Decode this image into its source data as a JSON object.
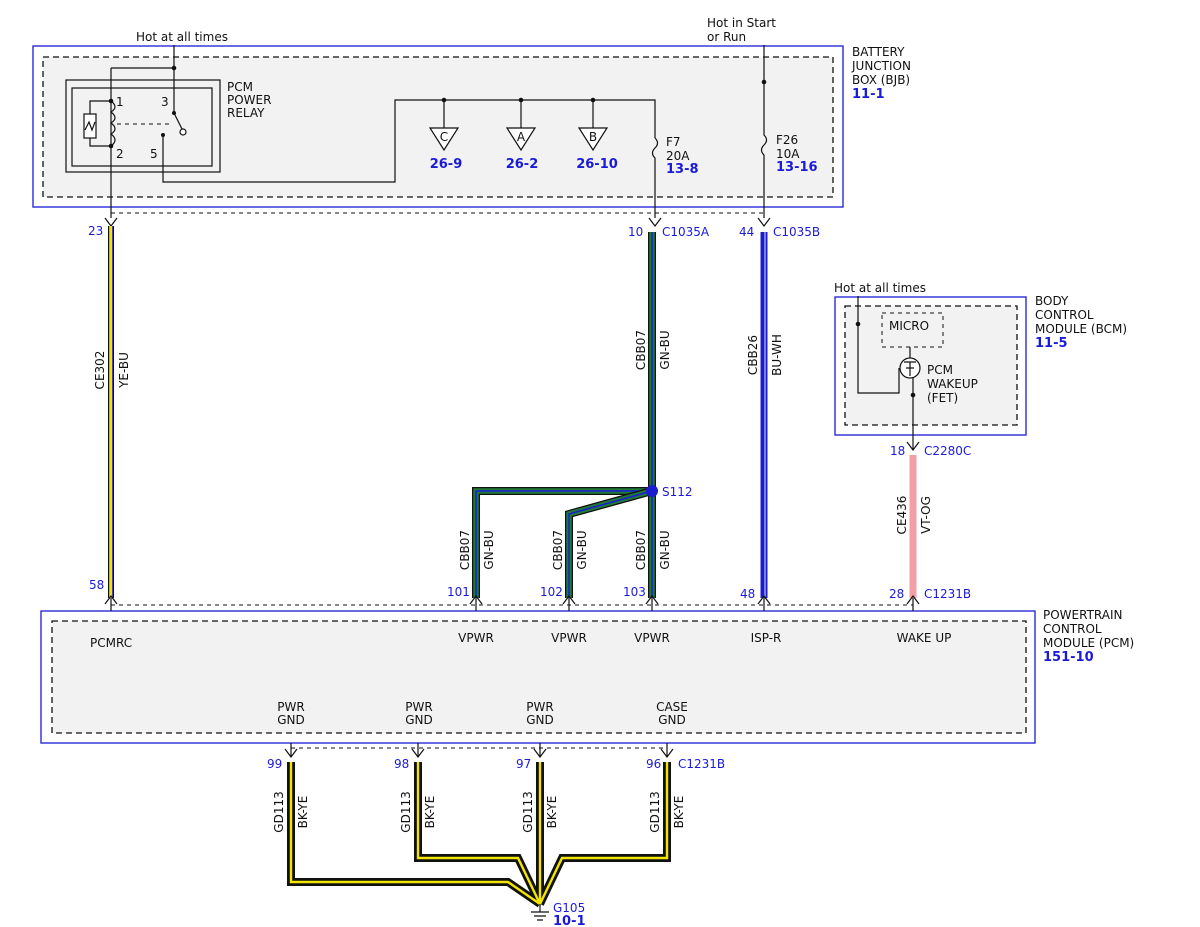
{
  "colors": {
    "module_border": "#2b2bd9",
    "ref_text": "#1a1adb",
    "wire_ye_bu": "#f2e600",
    "wire_gn_bu": "#1f7a3a",
    "wire_bu_wh": "#1c1ccf",
    "wire_vt_og": "#f2a0a8",
    "wire_bk_ye": "#1a1a1a"
  },
  "bjb": {
    "hot_all_times": "Hot at all times",
    "hot_start_run_1": "Hot in Start",
    "hot_start_run_2": "or Run",
    "title_1": "BATTERY",
    "title_2": "JUNCTION",
    "title_3": "BOX (BJB)",
    "ref": "11-1",
    "relay_1": "PCM",
    "relay_2": "POWER",
    "relay_3": "RELAY",
    "pin1": "1",
    "pin2": "2",
    "pin3": "3",
    "pin5": "5",
    "fuse_f7": "F7",
    "fuse_f7_amp": "20A",
    "fuse_f7_ref": "13-8",
    "fuse_f26": "F26",
    "fuse_f26_amp": "10A",
    "fuse_f26_ref": "13-16",
    "tri_c": "C",
    "tri_a": "A",
    "tri_b": "B",
    "ref_c": "26-9",
    "ref_a": "26-2",
    "ref_b": "26-10"
  },
  "bcm": {
    "hot_all_times": "Hot at all times",
    "title_1": "BODY",
    "title_2": "CONTROL",
    "title_3": "MODULE (BCM)",
    "ref": "11-5",
    "micro": "MICRO",
    "fet_1": "PCM",
    "fet_2": "WAKEUP",
    "fet_3": "(FET)"
  },
  "pcm": {
    "title_1": "POWERTRAIN",
    "title_2": "CONTROL",
    "title_3": "MODULE (PCM)",
    "ref": "151-10",
    "pcmrc": "PCMRC",
    "vpwr": "VPWR",
    "isp_r": "ISP-R",
    "wake_up": "WAKE UP",
    "pwr": "PWR",
    "gnd": "GND",
    "case": "CASE"
  },
  "connectors": {
    "c1035a": "C1035A",
    "c1035b": "C1035B",
    "c2280c": "C2280C",
    "c1231b": "C1231B",
    "c1231b_bottom": "C1231B"
  },
  "pins": {
    "p23": "23",
    "p10": "10",
    "p44": "44",
    "p18": "18",
    "p58": "58",
    "p101": "101",
    "p102": "102",
    "p103": "103",
    "p48": "48",
    "p28": "28",
    "p99": "99",
    "p98": "98",
    "p97": "97",
    "p96": "96"
  },
  "wires": {
    "ce302": "CE302",
    "ye_bu": "YE-BU",
    "cbb07": "CBB07",
    "gn_bu": "GN-BU",
    "cbb26": "CBB26",
    "bu_wh": "BU-WH",
    "ce436": "CE436",
    "vt_og": "VT-OG",
    "gd113": "GD113",
    "bk_ye": "BK-YE"
  },
  "splice": "S112",
  "ground": {
    "name": "G105",
    "ref": "10-1"
  }
}
